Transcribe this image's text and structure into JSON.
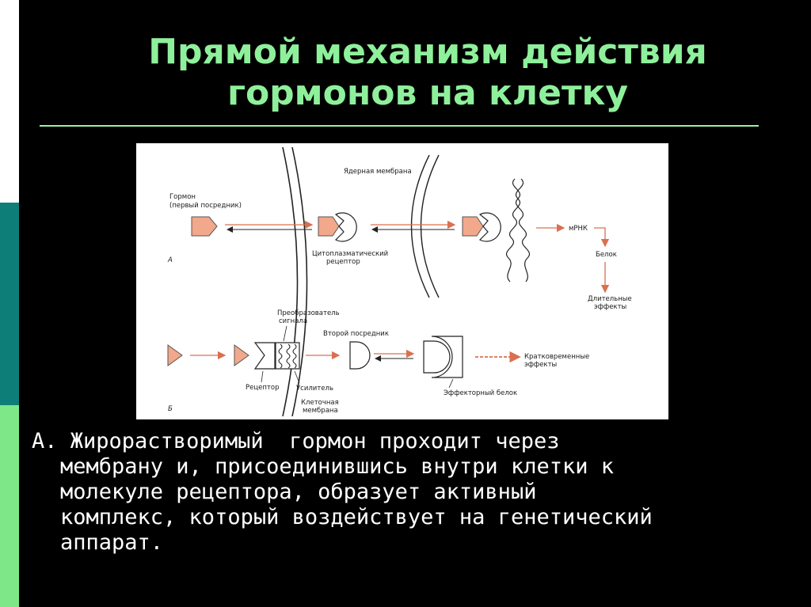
{
  "slide": {
    "title_line1": "Прямой механизм действия",
    "title_line2": "гормонов на клетку",
    "colors": {
      "background": "#000000",
      "title": "#8ef09b",
      "accent_teal": "#0e7f78",
      "accent_green": "#7ee889",
      "hormone_fill": "#f2a88a",
      "arrow": "#d9704f"
    }
  },
  "diagram": {
    "labels": {
      "hormone": "Гормон",
      "first_messenger": "(первый посредник)",
      "nuclear_membrane": "Ядерная мембрана",
      "cyto_receptor_1": "Цитоплазматический",
      "cyto_receptor_2": "рецептор",
      "mrna": "мРНК",
      "protein": "Белок",
      "long_effects_1": "Длительные",
      "long_effects_2": "эффекты",
      "panel_a": "А",
      "panel_b": "Б",
      "transducer_1": "Преобразователь",
      "transducer_2": "сигнала",
      "second_messenger": "Второй посредник",
      "short_effects_1": "Кратковременные",
      "short_effects_2": "эффекты",
      "receptor": "Рецептор",
      "amplifier": "Усилитель",
      "cell_membrane_1": "Клеточная",
      "cell_membrane_2": "мембрана",
      "effector_protein": "Эффекторный белок"
    }
  },
  "caption": {
    "line1": "А. Жирорастворимый  гормон проходит через",
    "line2": "мембрану и, присоединившись внутри клетки к",
    "line3": "молекуле рецептора, образует активный",
    "line4": "комплекс, который воздействует на генетический",
    "line5": "аппарат."
  }
}
